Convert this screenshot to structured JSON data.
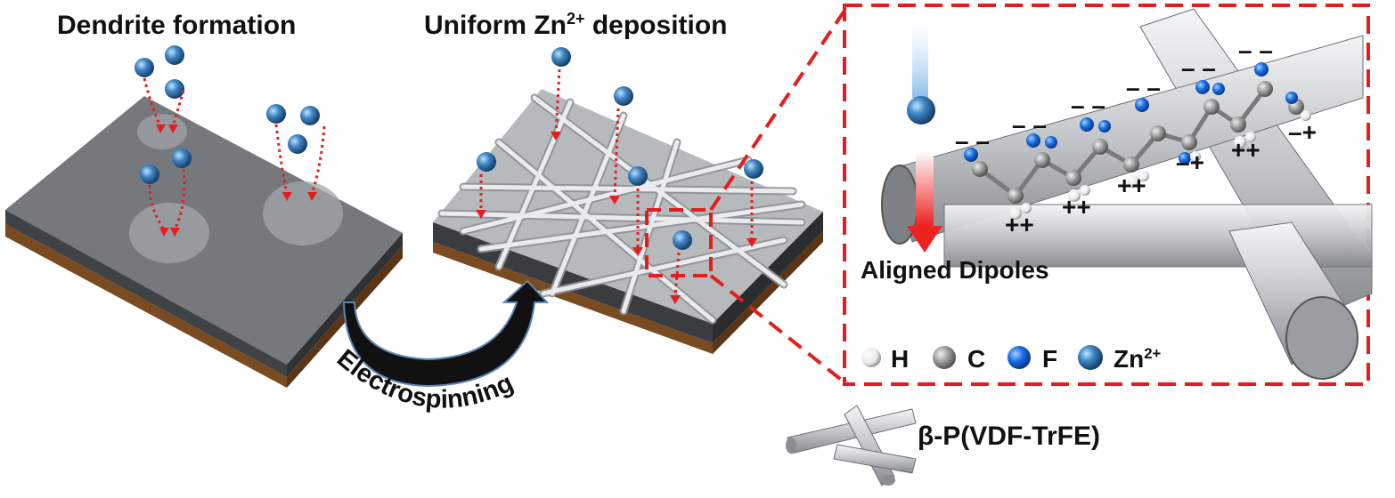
{
  "titles": {
    "dendrite": "Dendrite formation",
    "uniform_prefix": "Uniform Zn",
    "uniform_sup": "2+",
    "uniform_suffix": " deposition"
  },
  "process_label": "Electrospinning",
  "zoom_caption": "Aligned Dipoles",
  "legend": {
    "h": "H",
    "c": "C",
    "f": "F",
    "zn": "Zn",
    "zn_sup": "2+"
  },
  "material_label": "β-P(VDF-TrFE)",
  "colors": {
    "dashed_frame": "#e41e1e",
    "zn_ion": "#2c6da4",
    "fluorine": "#1a6ee8",
    "carbon": "#9a9a9a",
    "hydrogen": "#f2f2f2",
    "substrate_top": "#6f7377",
    "copper": "#7a4a20",
    "fiber": "#c6c9cc",
    "arrow": "#111111"
  }
}
